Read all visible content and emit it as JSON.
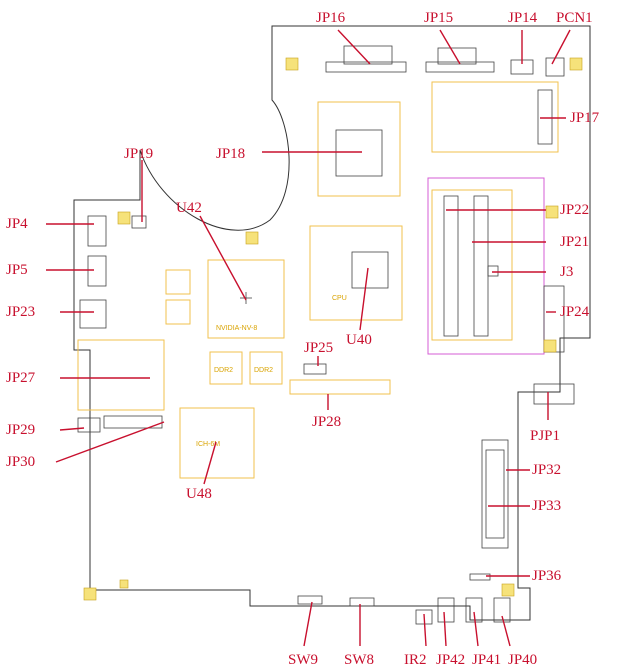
{
  "diagram": {
    "labels": {
      "jp16": "JP16",
      "jp15": "JP15",
      "jp14": "JP14",
      "pcn1": "PCN1",
      "jp17": "JP17",
      "jp19": "JP19",
      "jp18": "JP18",
      "jp22": "JP22",
      "jp4": "JP4",
      "u42": "U42",
      "jp21": "JP21",
      "jp5": "JP5",
      "j3": "J3",
      "jp23": "JP23",
      "jp24": "JP24",
      "jp25": "JP25",
      "u40": "U40",
      "jp27": "JP27",
      "pjp1": "PJP1",
      "jp29": "JP29",
      "jp28": "JP28",
      "jp30": "JP30",
      "jp32": "JP32",
      "u48": "U48",
      "jp33": "JP33",
      "jp36": "JP36",
      "sw9": "SW9",
      "sw8": "SW8",
      "ir2": "IR2",
      "jp42": "JP42",
      "jp41": "JP41",
      "jp40": "JP40"
    },
    "chip_text": {
      "u42": "NVIDIA-NV-8",
      "u40": "CPU",
      "u48": "ICH-6M",
      "ddr": "DDR2"
    },
    "colors": {
      "label": "#c8102e",
      "component": "#f2c14e",
      "outline": "#333333"
    }
  }
}
